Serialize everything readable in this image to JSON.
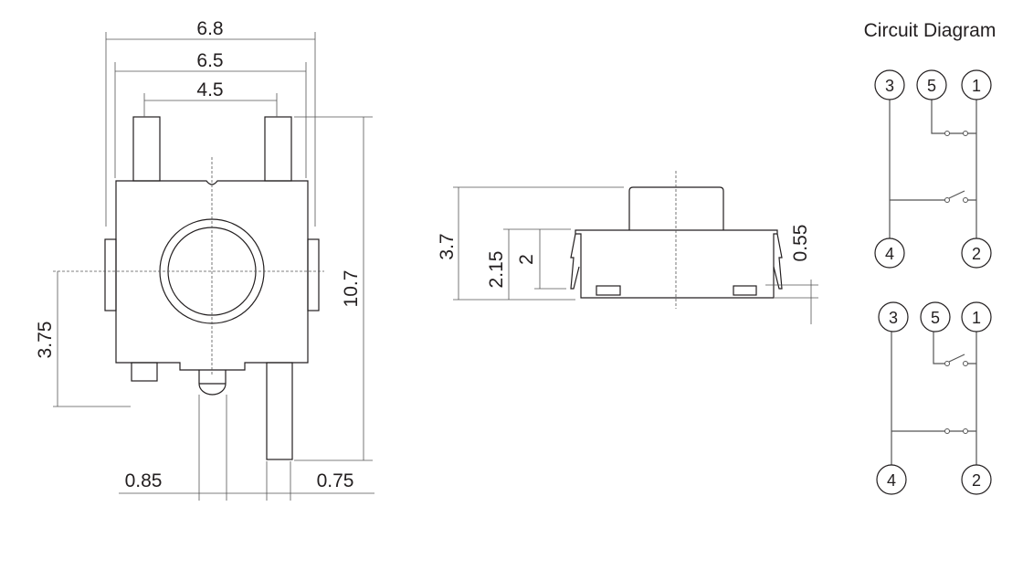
{
  "front_view": {
    "dim_overall_width": "6.8",
    "dim_body_width": "6.5",
    "dim_pin_pitch": "4.5",
    "dim_height": "10.7",
    "dim_offset": "3.75",
    "dim_led_width": "0.85",
    "dim_pin_width": "0.75"
  },
  "side_view": {
    "dim_total_height": "3.7",
    "dim_body_height": "2.15",
    "dim_inner_height": "2",
    "dim_standoff": "0.55"
  },
  "circuit": {
    "title": "Circuit Diagram",
    "pins": {
      "p1": "1",
      "p2": "2",
      "p3": "3",
      "p4": "4",
      "p5": "5"
    }
  }
}
